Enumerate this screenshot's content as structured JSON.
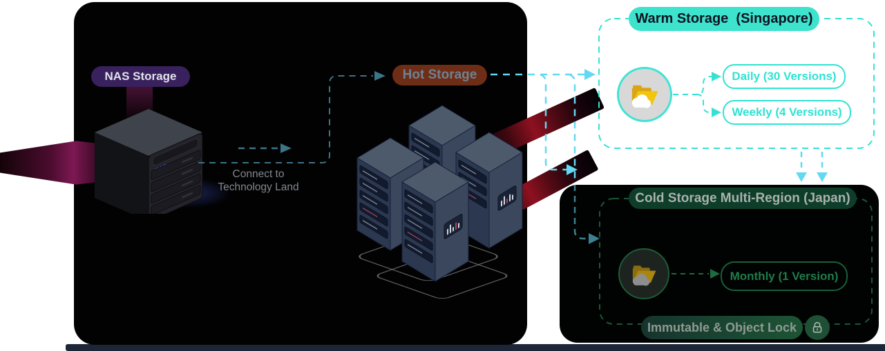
{
  "diagram": {
    "source": {
      "label": "NAS Storage"
    },
    "connection": {
      "line1": "Connect to",
      "line2": "Technology Land"
    },
    "hot": {
      "label": "Hot Storage"
    },
    "warm": {
      "title": "Warm Storage  (Singapore)",
      "items": [
        {
          "label": "Daily (30 Versions)"
        },
        {
          "label": "Weekly (4 Versions)"
        }
      ],
      "icon": "cloud-folder-icon"
    },
    "cold": {
      "title": "Cold Storage Multi-Region (Japan)",
      "items": [
        {
          "label": "Monthly (1 Version)"
        }
      ],
      "badge": "Immutable & Object Lock",
      "icon": "cloud-folder-icon",
      "lock": "padlock-icon"
    },
    "colors": {
      "warm_accent": "#3ee3cd",
      "warm_line": "#35e2d1",
      "flow_line_cyan": "#62d9f2",
      "teal_line": "#3c7586",
      "cold_border_green": "#1c5737",
      "cold_text_green": "#1f7c4a",
      "hot_badge_bg": "#6e2d16",
      "hot_badge_text": "#6f8292",
      "nas_badge_bg": "#38215c",
      "cold_badge_bg": "#0e3d2a",
      "immutable_text": "#8e9a92",
      "ribbon_red": "#8e1120",
      "ribbon_magenta": "#7e1853",
      "panel_bg": "#020202",
      "footer_bar": "#1d2637"
    }
  }
}
